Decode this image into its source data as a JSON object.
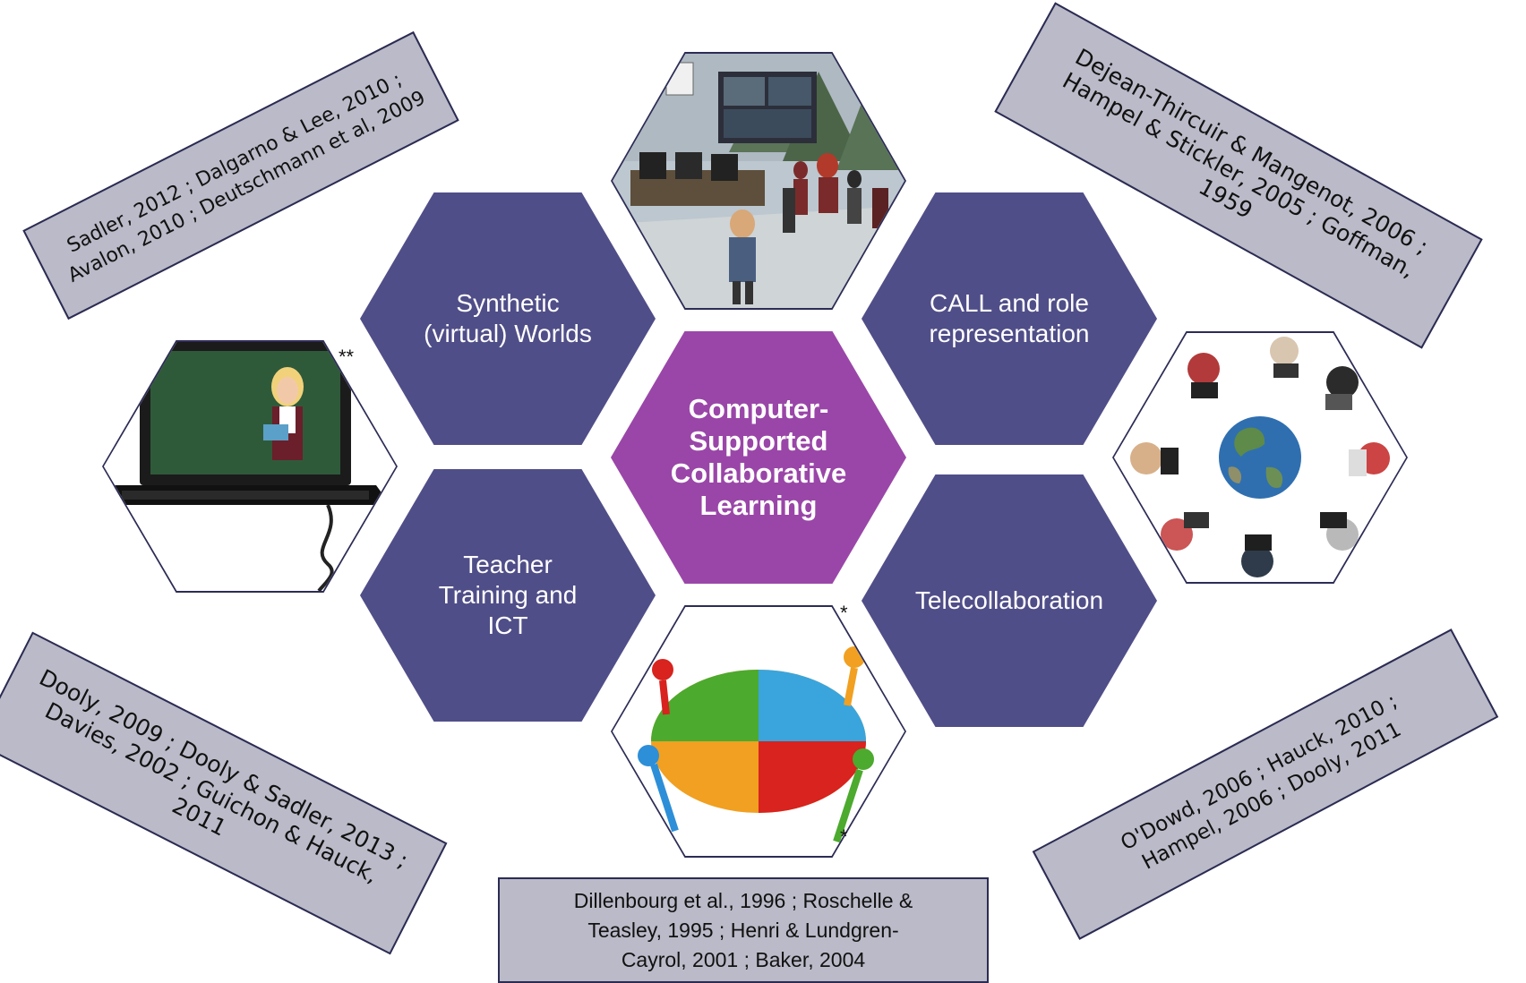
{
  "center": {
    "lines": [
      "Computer-",
      "Supported",
      "Collaborative",
      "Learning"
    ]
  },
  "topics": {
    "synthetic_worlds": [
      "Synthetic",
      "(virtual) Worlds"
    ],
    "call_roles": [
      "CALL and role",
      "representation"
    ],
    "teacher_training": [
      "Teacher",
      "Training and",
      "ICT"
    ],
    "telecollaboration": [
      "Telecollaboration"
    ]
  },
  "references": {
    "top_left": [
      "Sadler, 2012 ; Dalgarno & Lee, 2010 ;",
      "Avalon, 2010 ; Deutschmann et al, 2009"
    ],
    "top_right": [
      "Dejean-Thircuir & Mangenot, 2006 ;",
      "Hampel & Stickler, 2005 ; Goffman,",
      "1959"
    ],
    "bottom_left": [
      "Dooly, 2009 ; Dooly & Sadler, 2013 ;",
      "Davies, 2002 ; Guichon & Hauck,",
      "2011"
    ],
    "bottom_right": [
      "O'Dowd, 2006 ; Hauck, 2010 ;",
      "Hampel, 2006 ; Dooly, 2011"
    ],
    "bottom_center": [
      "Dillenbourg et al., 1996 ; Roschelle &",
      "Teasley, 1995 ; Henri & Lundgren-",
      "Cayrol, 2001 ; Baker, 2004"
    ]
  },
  "markers": {
    "double_star": "**",
    "single_star": "*",
    "single_star_b": "*"
  },
  "images": {
    "virtual_world": "virtual-world-scene-image",
    "teacher_laptop": "teacher-laptop-image",
    "globe_laptops": "globe-people-laptops-image",
    "puzzle_team": "puzzle-team-image"
  },
  "colors": {
    "topic_hex": "#504e88",
    "center_hex": "#9a46a8",
    "reference_box": "#babac8",
    "reference_border": "#2b2b53"
  }
}
